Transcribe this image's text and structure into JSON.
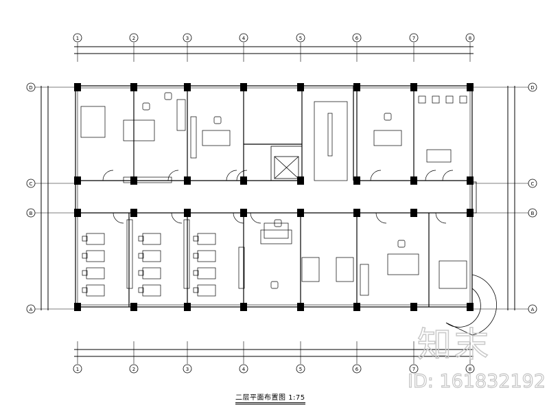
{
  "drawing": {
    "title": "二层平面布置图",
    "scale": "1:75",
    "grid_columns": [
      "1",
      "2",
      "3",
      "4",
      "5",
      "6",
      "7",
      "8"
    ],
    "grid_rows": [
      "D",
      "C",
      "B",
      "A"
    ]
  },
  "watermark": {
    "logo": "知末",
    "id": "ID: 161832192",
    "color": "#c8c8c8"
  }
}
